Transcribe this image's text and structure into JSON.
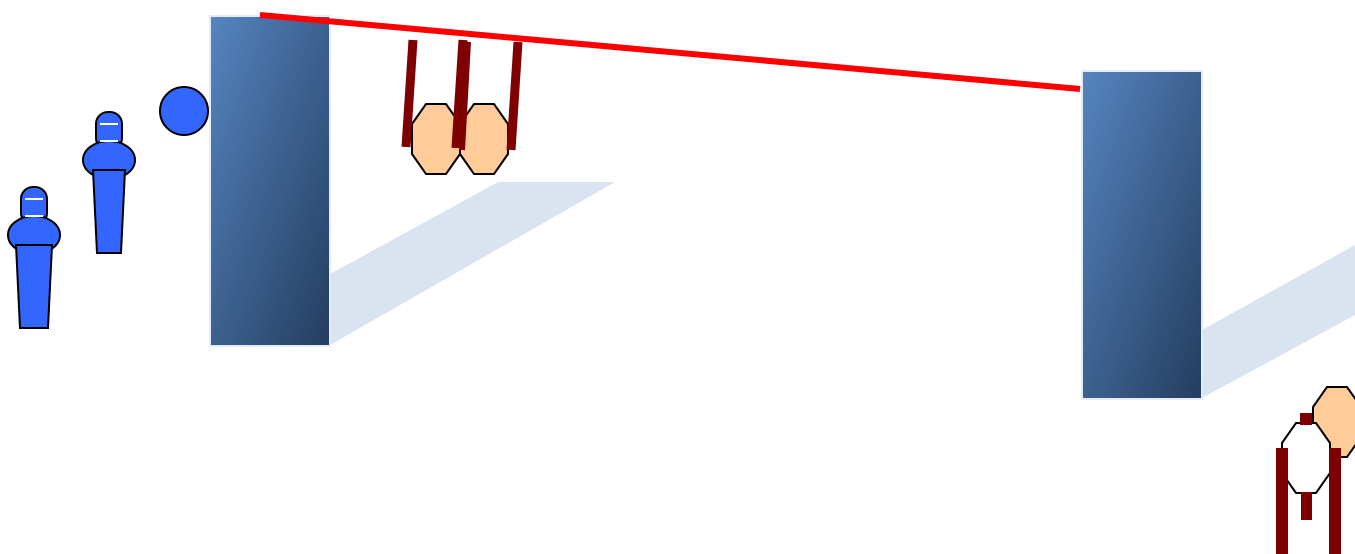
{
  "colors": {
    "background": "#ffffff",
    "figure_blue": "#3366ff",
    "figure_stroke": "#000000",
    "pillar_light": "#5585c0",
    "pillar_dark": "#243d5f",
    "pillar_edge": "#e6ecf5",
    "shadow": "#dae3f0",
    "rope_red": "#ff0000",
    "bar_dark_red": "#7f0000",
    "skin_peach": "#ffcc99"
  },
  "elements": {
    "figures": [
      "person-figure",
      "person-figure"
    ],
    "ball": "ball",
    "pillars": [
      "pillar",
      "pillar"
    ],
    "rope": "red-rope",
    "hanging_group": [
      "octagon-head",
      "octagon-head"
    ],
    "corner_group": [
      "octagon-head",
      "octagon-head"
    ]
  }
}
